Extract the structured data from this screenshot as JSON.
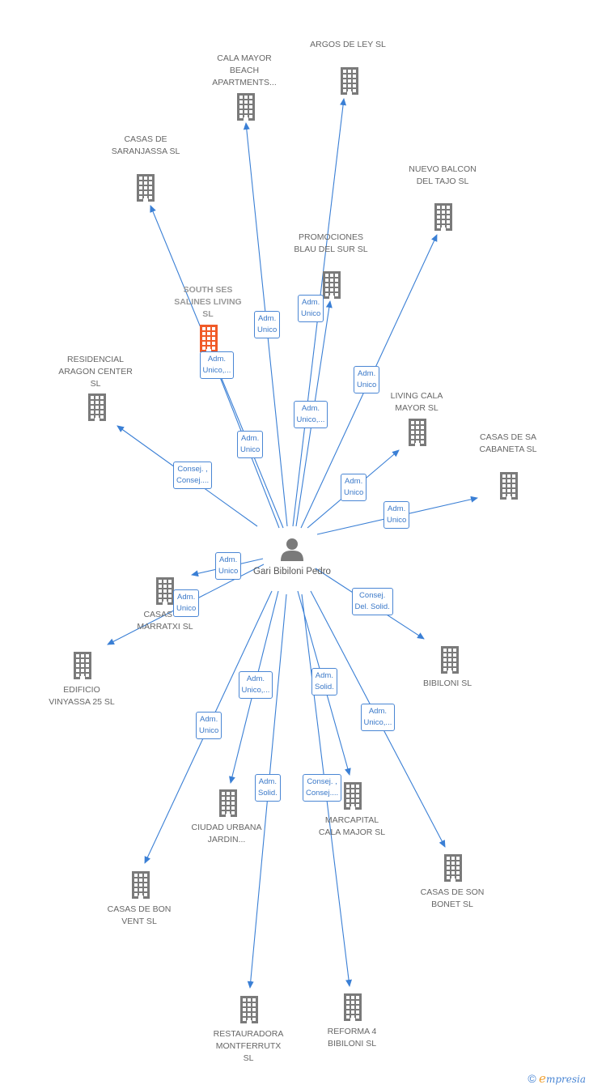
{
  "center": {
    "name": "Gari Bibiloni Pedro"
  },
  "colors": {
    "edge": "#3a7fd5",
    "building": "#7a7a7a",
    "building_active": "#f05a28"
  },
  "companies": [
    {
      "id": "argos",
      "name": "ARGOS DE LEY SL",
      "role": "Adm. Unico"
    },
    {
      "id": "calamayor",
      "name": "CALA MAYOR BEACH APARTMENTS...",
      "role": "Adm. Unico"
    },
    {
      "id": "saranjassa",
      "name": "CASAS DE SARANJASSA SL",
      "role": "Adm. Unico"
    },
    {
      "id": "nuevobalcon",
      "name": "NUEVO BALCON DEL TAJO SL",
      "role": "Adm. Unico"
    },
    {
      "id": "promociones",
      "name": "PROMOCIONES BLAU DEL SUR SL",
      "role": "Adm. Unico,..."
    },
    {
      "id": "southses",
      "name": "SOUTH SES SALINES LIVING SL",
      "role": "Adm. Unico,...",
      "active": true
    },
    {
      "id": "residencial",
      "name": "RESIDENCIAL ARAGON CENTER SL",
      "role": "Consej. , Consej...."
    },
    {
      "id": "livingcala",
      "name": "LIVING CALA MAYOR SL",
      "role": "Adm. Unico"
    },
    {
      "id": "sacabaneta",
      "name": "CASAS DE SA CABANETA SL",
      "role": "Adm. Unico"
    },
    {
      "id": "marratxi",
      "name": "CASAS DE MARRATXI SL",
      "role": "Adm. Unico"
    },
    {
      "id": "vinyassa",
      "name": "EDIFICIO VINYASSA 25 SL",
      "role": "Adm. Unico"
    },
    {
      "id": "bibiloni",
      "name": "BIBILONI SL",
      "role": "Consej. Del. Solid."
    },
    {
      "id": "ciudadurbana",
      "name": "CIUDAD URBANA JARDIN...",
      "role": "Adm. Unico,..."
    },
    {
      "id": "marcapital",
      "name": "MARCAPITAL CALA MAJOR SL",
      "role": "Adm. Solid."
    },
    {
      "id": "bonvent",
      "name": "CASAS DE BON VENT SL",
      "role": "Adm. Unico"
    },
    {
      "id": "sonbonet",
      "name": "CASAS DE SON BONET SL",
      "role": "Adm. Unico,..."
    },
    {
      "id": "montferrutx",
      "name": "RESTAURADORA MONTFERRUTX SL",
      "role": "Adm. Solid."
    },
    {
      "id": "reforma4",
      "name": "REFORMA 4 BIBILONI SL",
      "role": "Consej. , Consej...."
    }
  ],
  "footer": {
    "copyright": "©",
    "brand_initial": "e",
    "brand_rest": "mpresia"
  }
}
